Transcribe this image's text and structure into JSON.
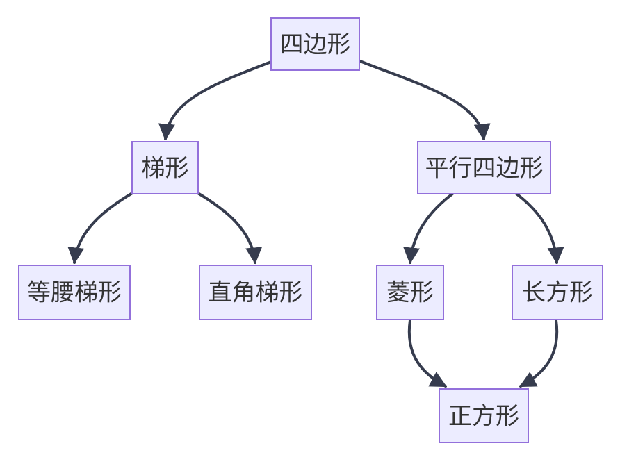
{
  "diagram": {
    "type": "flowchart",
    "direction": "top-down",
    "colors": {
      "background": "#ffffff",
      "node_fill": "#ECECFF",
      "node_border": "#9370DB",
      "edge": "#363C4E",
      "text": "#333333"
    },
    "nodes": [
      {
        "id": "quadrilateral",
        "label": "四边形"
      },
      {
        "id": "trapezoid",
        "label": "梯形"
      },
      {
        "id": "parallelogram",
        "label": "平行四边形"
      },
      {
        "id": "isosceles-trapezoid",
        "label": "等腰梯形"
      },
      {
        "id": "right-trapezoid",
        "label": "直角梯形"
      },
      {
        "id": "rhombus",
        "label": "菱形"
      },
      {
        "id": "rectangle",
        "label": "长方形"
      },
      {
        "id": "square",
        "label": "正方形"
      }
    ],
    "edges": [
      {
        "from": "四边形",
        "to": "梯形"
      },
      {
        "from": "四边形",
        "to": "平行四边形"
      },
      {
        "from": "梯形",
        "to": "等腰梯形"
      },
      {
        "from": "梯形",
        "to": "直角梯形"
      },
      {
        "from": "平行四边形",
        "to": "菱形"
      },
      {
        "from": "平行四边形",
        "to": "长方形"
      },
      {
        "from": "菱形",
        "to": "正方形"
      },
      {
        "from": "长方形",
        "to": "正方形"
      }
    ]
  }
}
